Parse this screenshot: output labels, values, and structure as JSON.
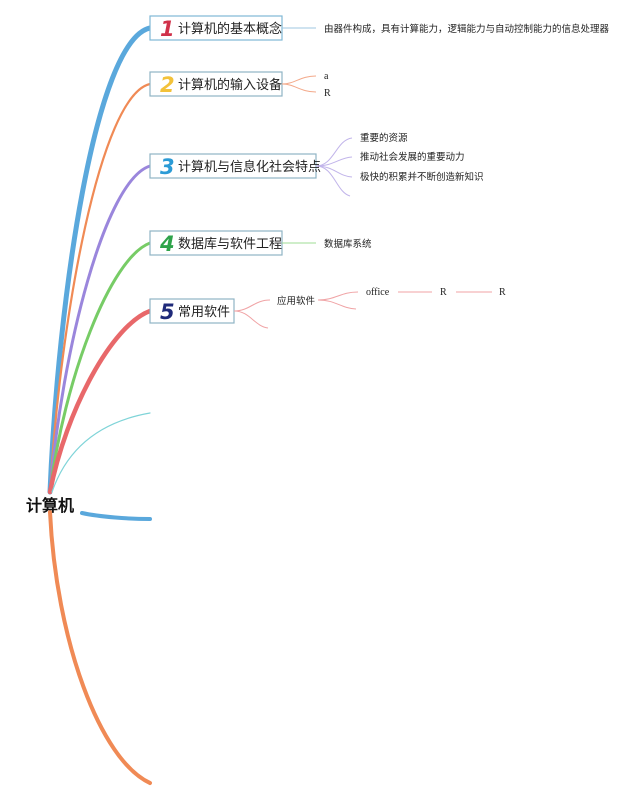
{
  "root": {
    "label": "计算机"
  },
  "topics": [
    {
      "num": "1",
      "label": "计算机的基本概念",
      "color": "#d0314a",
      "branch_color": "#5aa8dc",
      "leaf_color": "#9fc7e0",
      "children": [
        "由器件构成，具有计算能力，逻辑能力与自动控制能力的信息处理器"
      ]
    },
    {
      "num": "2",
      "label": "计算机的输入设备",
      "color": "#f3c23a",
      "branch_color": "#f08a55",
      "leaf_color": "#f3a98a",
      "children": [
        "a",
        "R"
      ]
    },
    {
      "num": "3",
      "label": "计算机与信息化社会特点",
      "color": "#2b9bd6",
      "branch_color": "#9a86dc",
      "leaf_color": "#c1b4ea",
      "children": [
        "重要的资源",
        "推动社会发展的重要动力",
        "极快的积累并不断创造新知识"
      ]
    },
    {
      "num": "4",
      "label": "数据库与软件工程",
      "color": "#2ea34a",
      "branch_color": "#77cc66",
      "leaf_color": "#9fdc95",
      "children": [
        "数据库系统"
      ]
    },
    {
      "num": "5",
      "label": "常用软件",
      "color": "#1f2a7a",
      "branch_color": "#e8686a",
      "leaf_color": "#f0a3a5",
      "children": [
        {
          "label": "应用软件",
          "children": [
            "office",
            "R",
            "R"
          ]
        }
      ]
    }
  ],
  "extra_branch_colors": [
    "#7fd4d8",
    "#5aa8dc",
    "#f08a55"
  ]
}
